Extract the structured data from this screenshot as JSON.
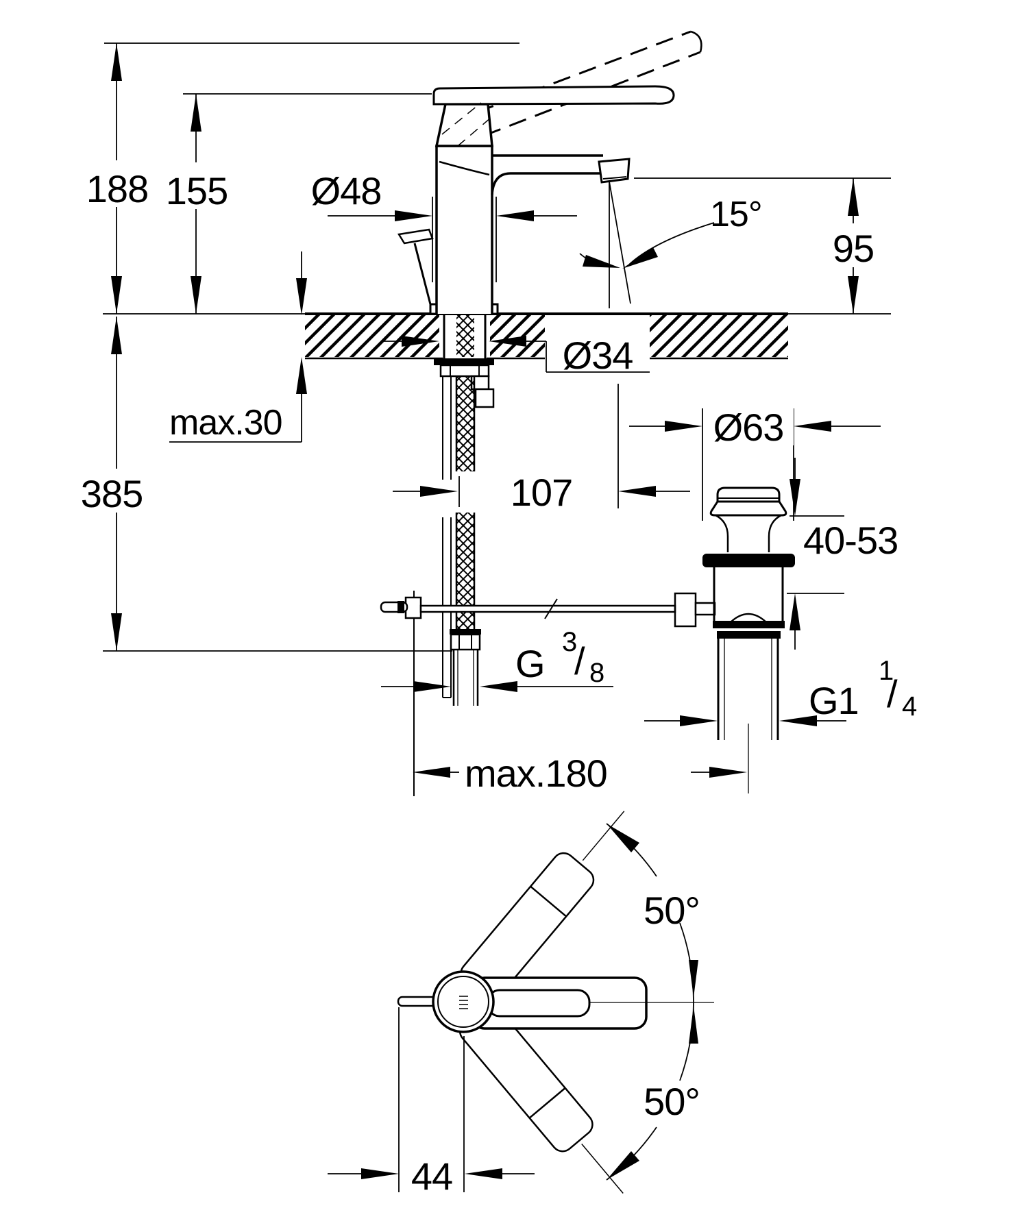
{
  "drawing": {
    "type": "faucet installation dimension drawing",
    "line_color": "#000000",
    "background": "#ffffff"
  },
  "side": {
    "height_total": "188",
    "height_body": "155",
    "base_dia": "Ø48",
    "spray_angle": "15°",
    "outlet_height": "95",
    "hole_dia": "Ø34",
    "deck_thickness": "max.30",
    "depth_total": "385",
    "reach": "107",
    "waste_dia": "Ø63",
    "clamp_range": "40-53",
    "supply_thread": {
      "base": "G",
      "sup": "3",
      "slash": "/",
      "sub": "8"
    },
    "waste_thread": {
      "base": "G1",
      "sup": "1",
      "slash": "/",
      "sub": "4"
    },
    "rod_reach": "max.180"
  },
  "top": {
    "swivel_up": "50°",
    "swivel_down": "50°",
    "handle_offset": "44"
  }
}
